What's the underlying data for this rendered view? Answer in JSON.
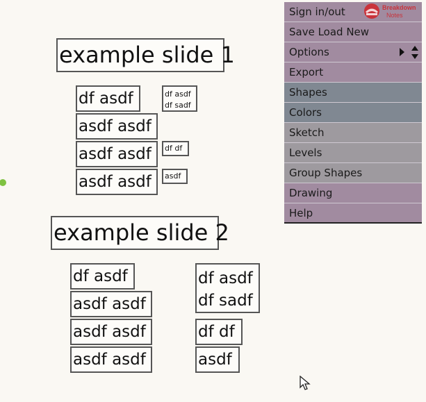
{
  "canvas": {
    "slide1": {
      "title": "example slide 1",
      "items": [
        "df asdf",
        "asdf asdf",
        "asdf asdf",
        "asdf asdf"
      ],
      "notes": [
        [
          "df asdf",
          "df sadf"
        ],
        [
          "df df"
        ],
        [
          "asdf"
        ]
      ]
    },
    "slide2": {
      "title": "example slide 2",
      "items": [
        "df asdf",
        "asdf asdf",
        "asdf asdf",
        "asdf asdf"
      ],
      "notes": [
        [
          "df asdf",
          "df sadf"
        ],
        [
          "df df"
        ],
        [
          "asdf"
        ]
      ]
    }
  },
  "menu": {
    "items": [
      {
        "label": "Sign in/out",
        "color": "#a18ba0"
      },
      {
        "label": "Save Load New",
        "color": "#a18ba0"
      },
      {
        "label": "Options",
        "color": "#a18ba0"
      },
      {
        "label": "Export",
        "color": "#a18ba0"
      },
      {
        "label": "Shapes",
        "color": "#808892"
      },
      {
        "label": "Colors",
        "color": "#808892"
      },
      {
        "label": "Sketch",
        "color": "#9e9a9f"
      },
      {
        "label": "Levels",
        "color": "#9e9a9f"
      },
      {
        "label": "Group Shapes",
        "color": "#9e9a9f"
      },
      {
        "label": "Drawing",
        "color": "#a18ba0"
      },
      {
        "label": "Help",
        "color": "#a18ba0"
      }
    ],
    "logo_text": [
      "Breakdown",
      "Notes"
    ],
    "logo_color": "#c9333b"
  },
  "icons": {
    "options_toggle": "play-updown-arrows-icon",
    "cursor": "mouse-pointer-icon",
    "handle": "green-dot-icon"
  }
}
